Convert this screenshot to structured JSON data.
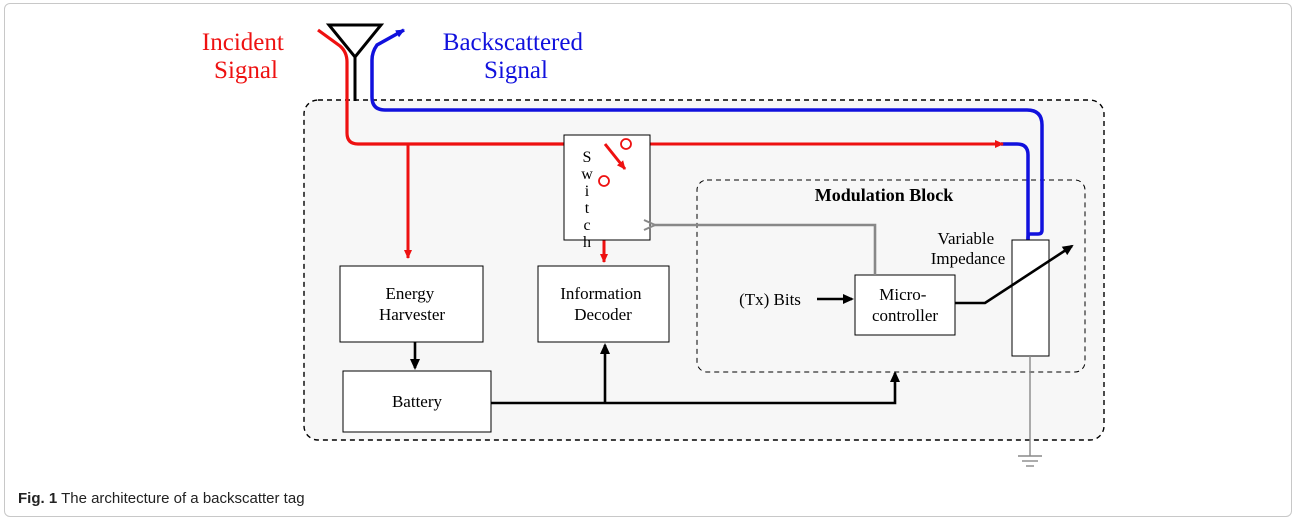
{
  "diagram": {
    "incident_signal": [
      "Incident",
      "Signal"
    ],
    "backscattered_signal": [
      "Backscattered",
      "Signal"
    ],
    "switch_letters": [
      "S",
      "w",
      "i",
      "t",
      "c",
      "h"
    ],
    "modulation_block": "Modulation Block",
    "variable_impedance": [
      "Variable",
      "Impedance"
    ],
    "tx_bits": "(Tx) Bits",
    "microcontroller": [
      "Micro-",
      "controller"
    ],
    "energy_harvester": [
      "Energy",
      "Harvester"
    ],
    "information_decoder": [
      "Information",
      "Decoder"
    ],
    "battery": "Battery",
    "colors": {
      "incident": "#ee1111",
      "backscattered": "#1111dd",
      "control": "#888888",
      "power": "#000000",
      "tag_fill": "#f7f7f7"
    }
  },
  "caption": {
    "label": "Fig. 1",
    "text": "The architecture of a backscatter tag"
  }
}
